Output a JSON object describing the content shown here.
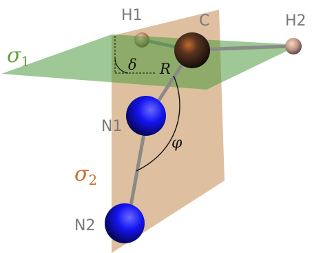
{
  "atoms": {
    "h1": "H1",
    "c": "C",
    "h2": "H2",
    "n1": "N1",
    "n2": "N2"
  },
  "planes": {
    "sigma1": {
      "symbol": "σ",
      "subscript": "1"
    },
    "sigma2": {
      "symbol": "σ",
      "subscript": "2"
    }
  },
  "parameters": {
    "delta": "δ",
    "r": "R",
    "phi": "φ"
  },
  "colors": {
    "plane_sigma1": "#4f9a3e",
    "plane_sigma2": "#d8b48e",
    "nitrogen": "#1a1aff",
    "carbon": "#3a2a20",
    "hydrogen": "#c89a7a",
    "bond": "#8a8a86",
    "label_gray": "#7a7a7a",
    "sigma1_label": "#6a9c3c",
    "sigma2_label": "#d06a2a"
  }
}
